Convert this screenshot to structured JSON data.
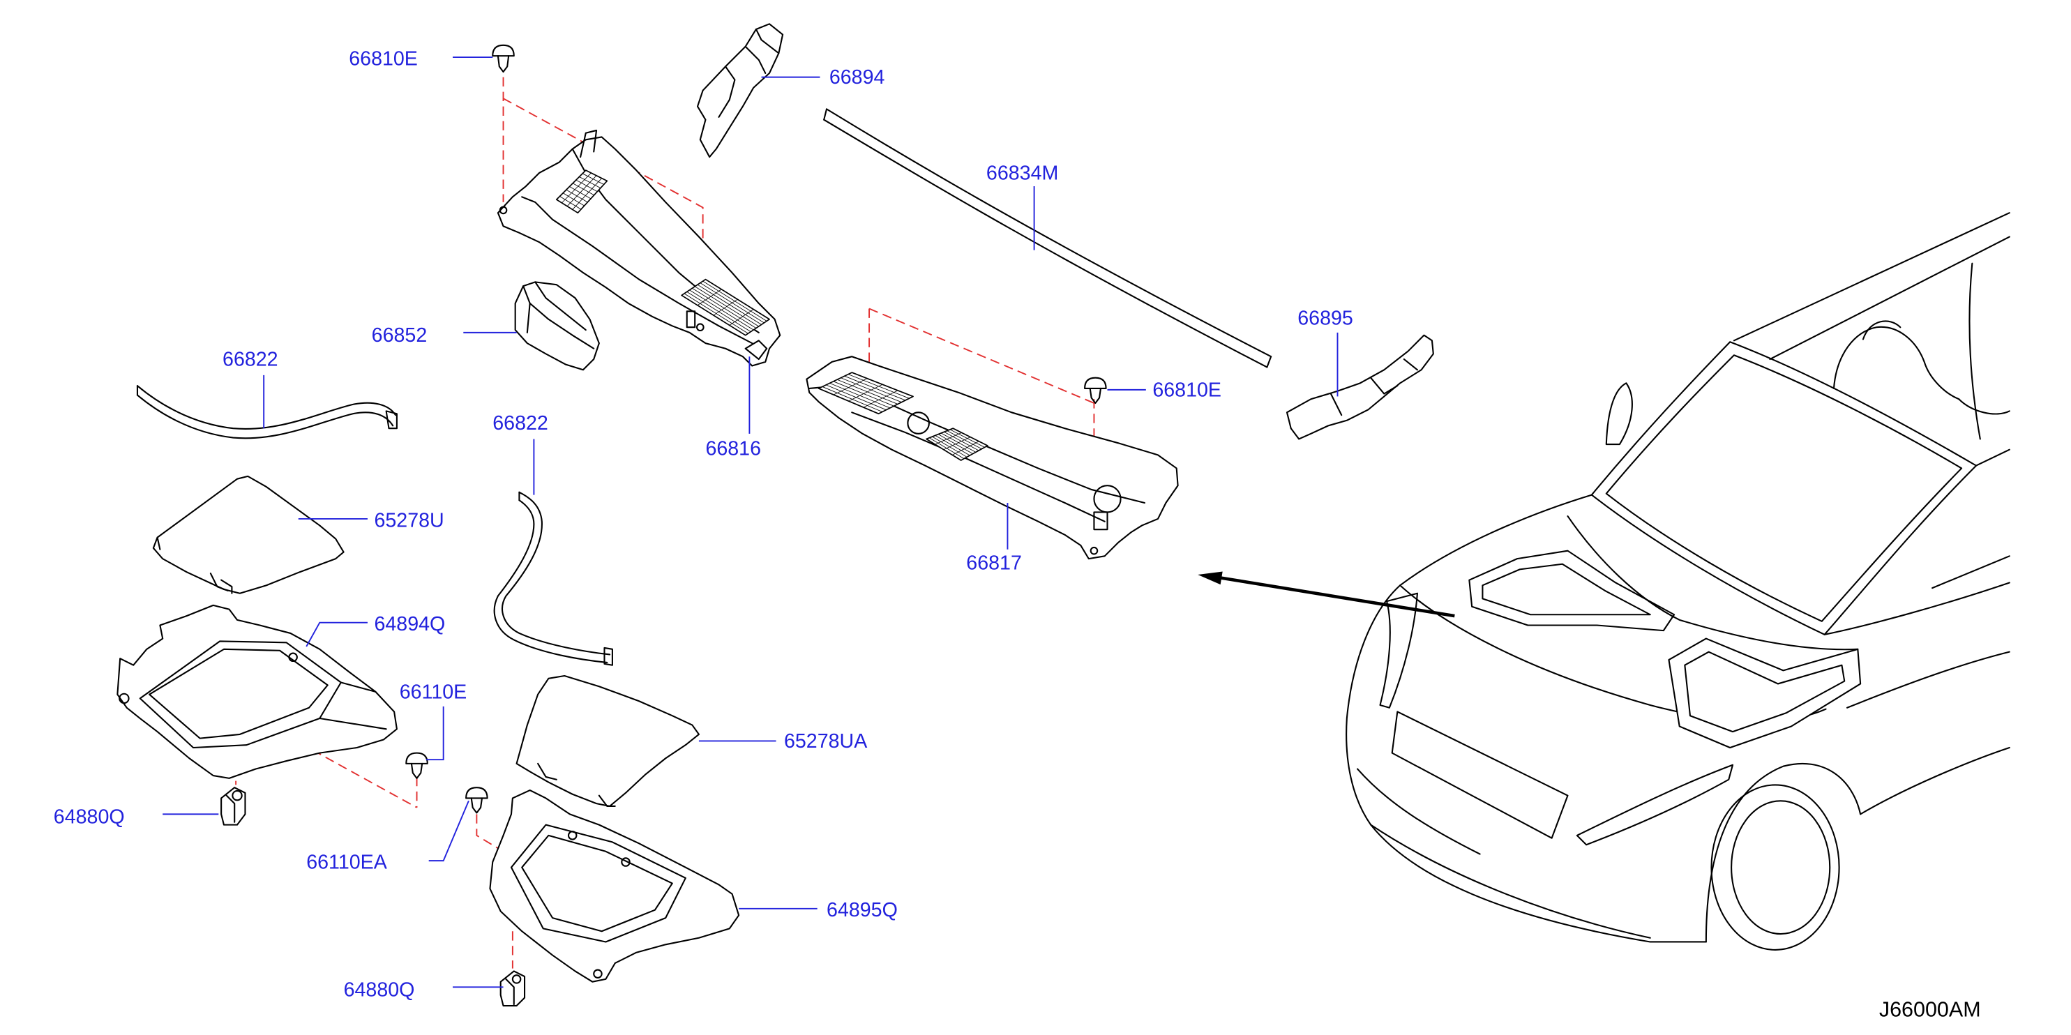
{
  "diagram": {
    "part_numbers": [
      "66810E",
      "66894",
      "66834M",
      "66852",
      "66822",
      "66816",
      "66822",
      "65278U",
      "66817",
      "66895",
      "66810E",
      "64894Q",
      "66110E",
      "65278UA",
      "64880Q",
      "66110EA",
      "64895Q",
      "64880Q"
    ],
    "drawing_code": "J66000AM"
  },
  "colors": {
    "callout_text": "#2222dd",
    "leader_line": "#2222dd",
    "part_outline": "#000000",
    "alignment_line": "#e23030",
    "background": "#ffffff"
  }
}
